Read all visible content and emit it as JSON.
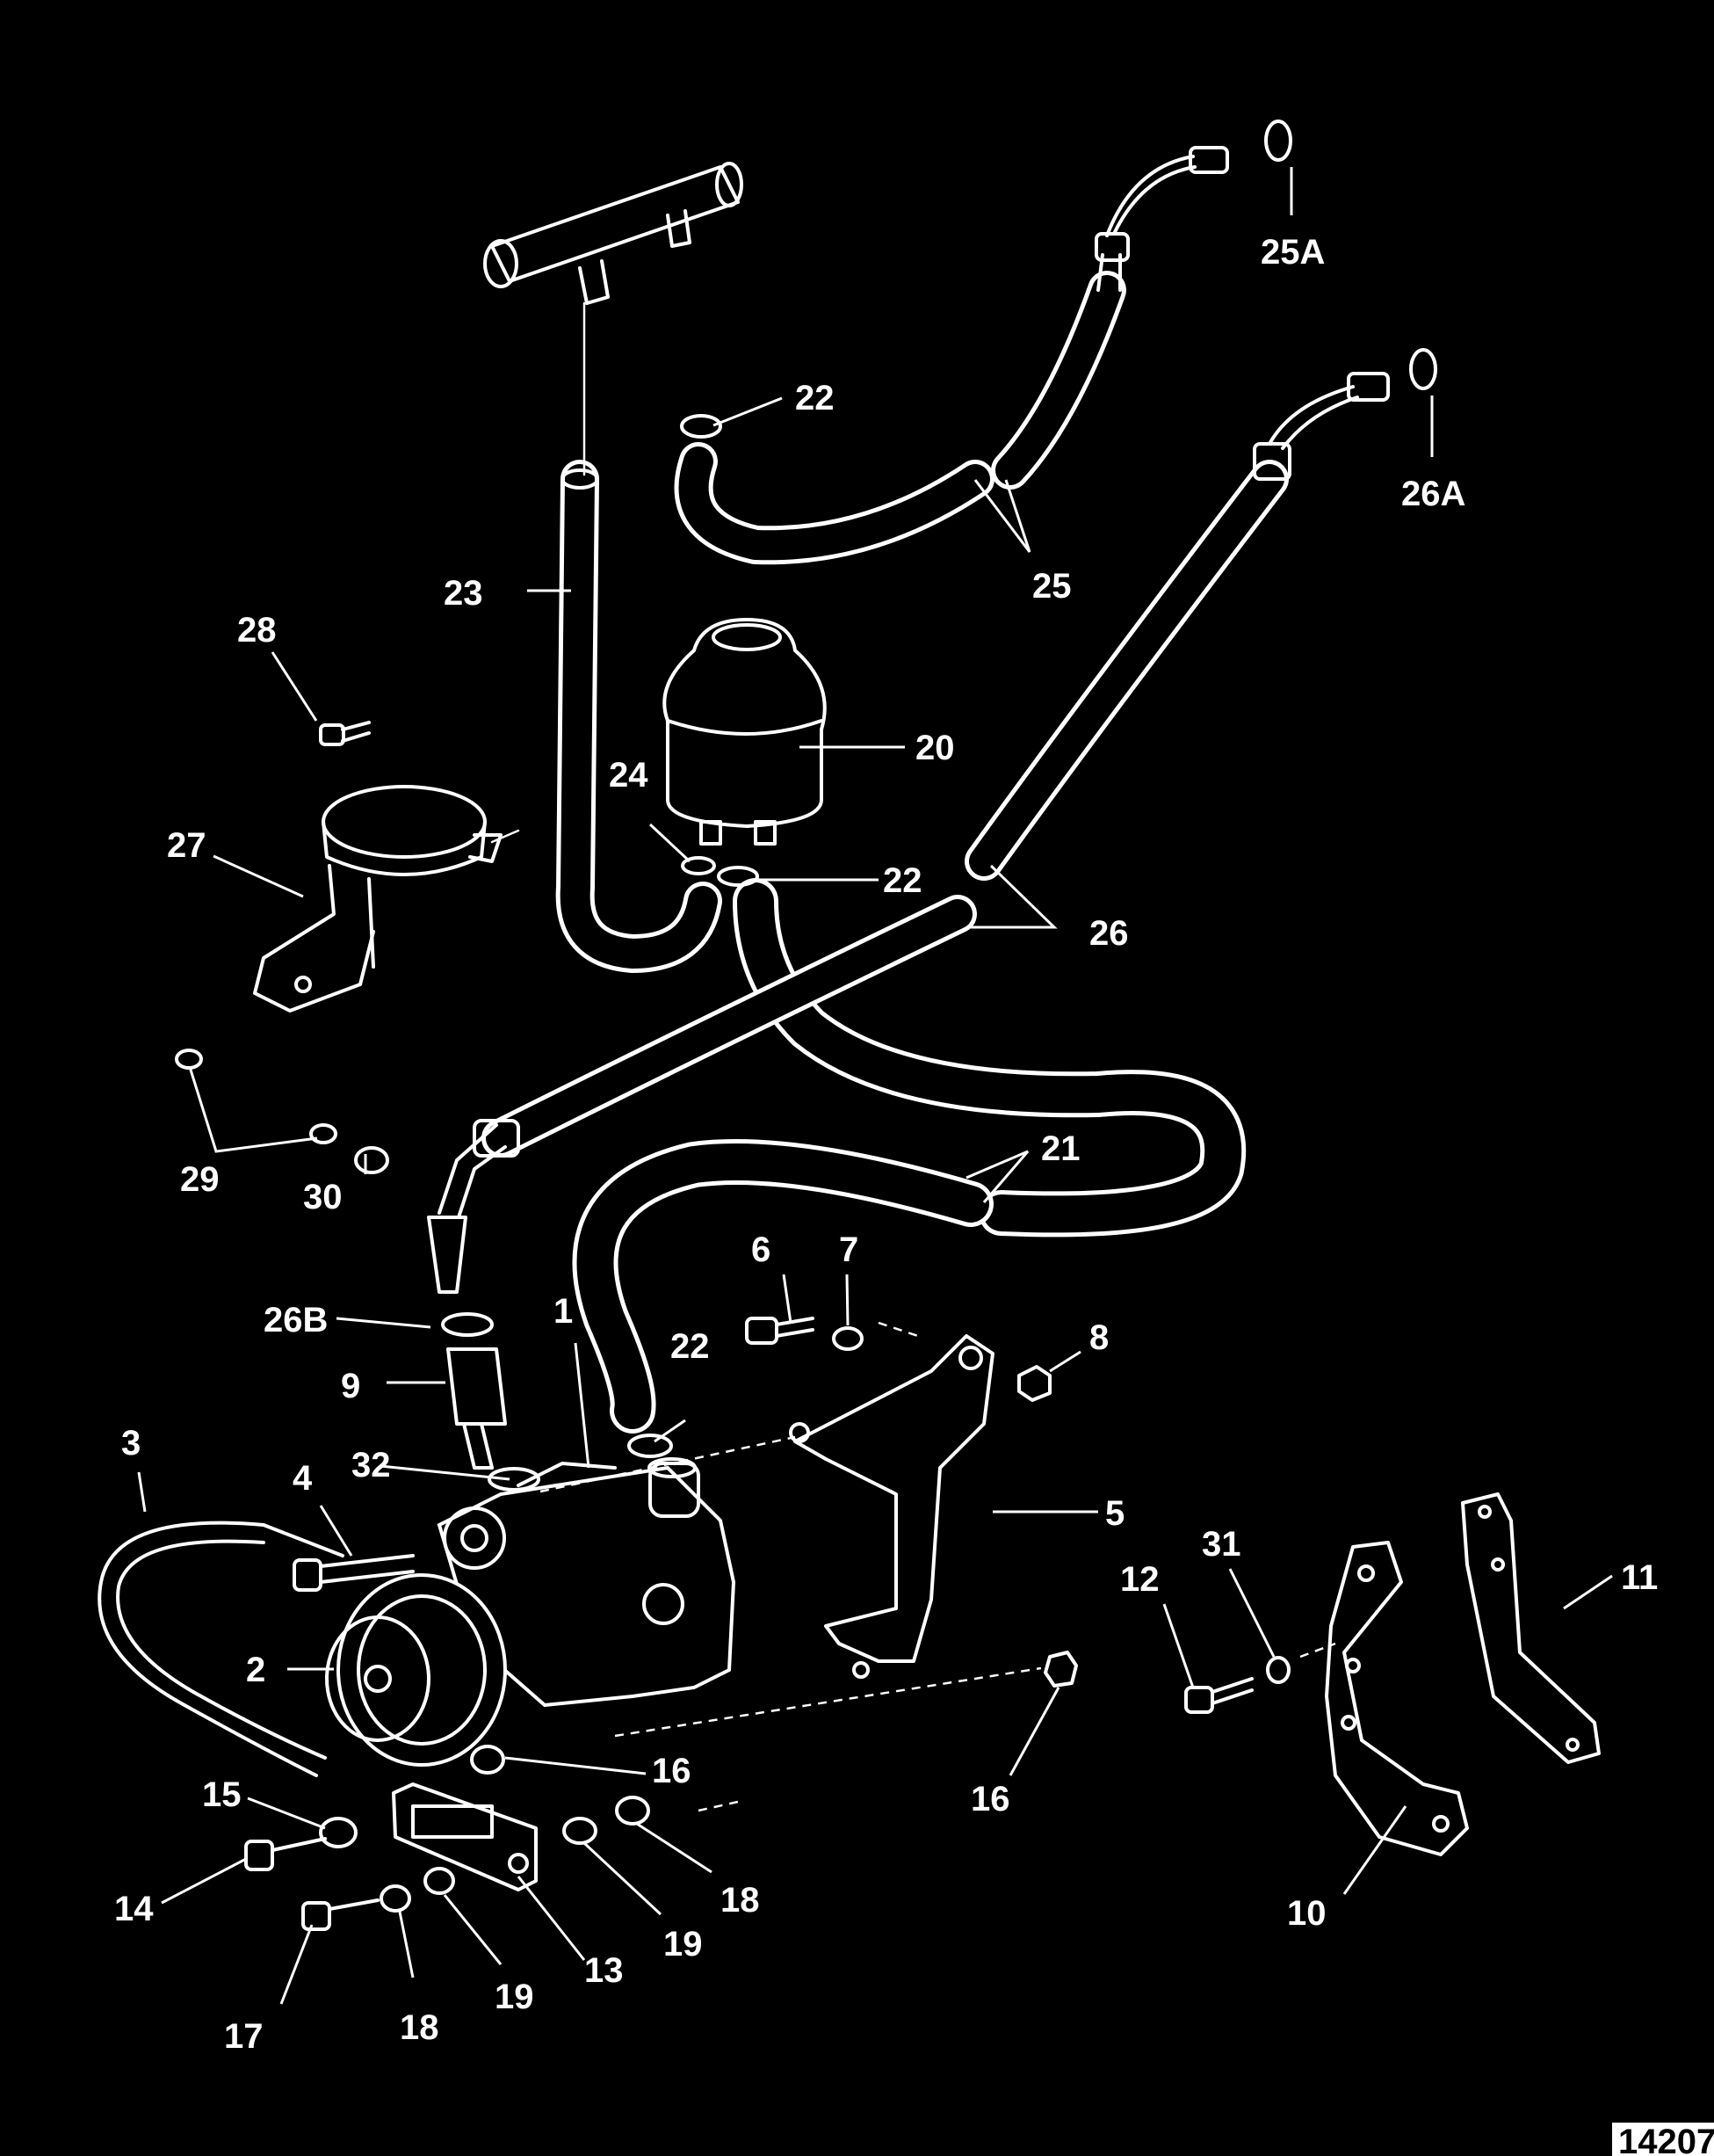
{
  "figure": {
    "number": "14207",
    "colors": {
      "background": "#000000",
      "ink": "#ffffff",
      "figure_tag": "#ffffff"
    }
  },
  "callouts": [
    {
      "id": "c-1",
      "label": "1"
    },
    {
      "id": "c-2",
      "label": "2"
    },
    {
      "id": "c-3",
      "label": "3"
    },
    {
      "id": "c-4",
      "label": "4"
    },
    {
      "id": "c-5",
      "label": "5"
    },
    {
      "id": "c-6",
      "label": "6"
    },
    {
      "id": "c-7",
      "label": "7"
    },
    {
      "id": "c-8",
      "label": "8"
    },
    {
      "id": "c-9",
      "label": "9"
    },
    {
      "id": "c-10",
      "label": "10"
    },
    {
      "id": "c-11",
      "label": "11"
    },
    {
      "id": "c-12",
      "label": "12"
    },
    {
      "id": "c-13",
      "label": "13"
    },
    {
      "id": "c-14",
      "label": "14"
    },
    {
      "id": "c-15",
      "label": "15"
    },
    {
      "id": "c-16a",
      "label": "16"
    },
    {
      "id": "c-16b",
      "label": "16"
    },
    {
      "id": "c-17",
      "label": "17"
    },
    {
      "id": "c-18a",
      "label": "18"
    },
    {
      "id": "c-18b",
      "label": "18"
    },
    {
      "id": "c-19a",
      "label": "19"
    },
    {
      "id": "c-19b",
      "label": "19"
    },
    {
      "id": "c-20",
      "label": "20"
    },
    {
      "id": "c-21",
      "label": "21"
    },
    {
      "id": "c-22a",
      "label": "22"
    },
    {
      "id": "c-22b",
      "label": "22"
    },
    {
      "id": "c-22c",
      "label": "22"
    },
    {
      "id": "c-23",
      "label": "23"
    },
    {
      "id": "c-24",
      "label": "24"
    },
    {
      "id": "c-25",
      "label": "25"
    },
    {
      "id": "c-25A",
      "label": "25A"
    },
    {
      "id": "c-26",
      "label": "26"
    },
    {
      "id": "c-26A",
      "label": "26A"
    },
    {
      "id": "c-26B",
      "label": "26B"
    },
    {
      "id": "c-27",
      "label": "27"
    },
    {
      "id": "c-28",
      "label": "28"
    },
    {
      "id": "c-29",
      "label": "29"
    },
    {
      "id": "c-30",
      "label": "30"
    },
    {
      "id": "c-31",
      "label": "31"
    },
    {
      "id": "c-32",
      "label": "32"
    }
  ]
}
